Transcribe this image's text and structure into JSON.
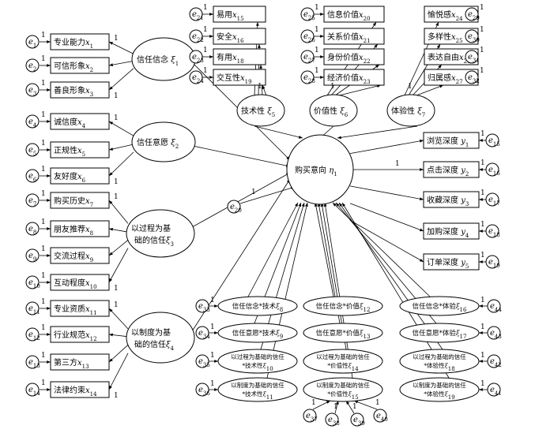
{
  "observed_left": [
    {
      "e": "1",
      "label": "专业能力",
      "v": "x",
      "s": "1"
    },
    {
      "e": "2",
      "label": "可信形象",
      "v": "x",
      "s": "2"
    },
    {
      "e": "3",
      "label": "善良形象",
      "v": "x",
      "s": "3"
    },
    {
      "e": "4",
      "label": "诚信度",
      "v": "x",
      "s": "4"
    },
    {
      "e": "5",
      "label": "正规性",
      "v": "x",
      "s": "5"
    },
    {
      "e": "6",
      "label": "友好度",
      "v": "x",
      "s": "6"
    },
    {
      "e": "7",
      "label": "购买历史",
      "v": "x",
      "s": "7"
    },
    {
      "e": "8",
      "label": "朋友推荐",
      "v": "x",
      "s": "8"
    },
    {
      "e": "9",
      "label": "交流过程",
      "v": "x",
      "s": "9"
    },
    {
      "e": "10",
      "label": "互动程度",
      "v": "x",
      "s": "10"
    },
    {
      "e": "11",
      "label": "专业资质",
      "v": "x",
      "s": "11"
    },
    {
      "e": "12",
      "label": "行业规范",
      "v": "x",
      "s": "12"
    },
    {
      "e": "13",
      "label": "第三方",
      "v": "x",
      "s": "13"
    },
    {
      "e": "14",
      "label": "法律约束",
      "v": "x",
      "s": "14"
    }
  ],
  "observed_top": [
    {
      "e": "21",
      "label": "易用",
      "v": "x",
      "s": "15"
    },
    {
      "e": "22",
      "label": "安全",
      "v": "x",
      "s": "16"
    },
    {
      "e": "23",
      "label": "有用",
      "v": "x",
      "s": "18"
    },
    {
      "e": "24",
      "label": "交互性",
      "v": "x",
      "s": "19"
    },
    {
      "e": "25",
      "label": "信息价值",
      "v": "x",
      "s": "20"
    },
    {
      "e": "26",
      "label": "关系价值",
      "v": "x",
      "s": "21"
    },
    {
      "e": "27",
      "label": "身份价值",
      "v": "x",
      "s": "22"
    },
    {
      "e": "28",
      "label": "经济价值",
      "v": "x",
      "s": "23"
    },
    {
      "e": "29",
      "label": "愉悦感",
      "v": "x",
      "s": "24"
    },
    {
      "e": "30",
      "label": "多样性",
      "v": "x",
      "s": "25"
    },
    {
      "e": "31",
      "label": "表达自由",
      "v": "x",
      "s": "26"
    },
    {
      "e": "32",
      "label": "归属感",
      "v": "x",
      "s": "27"
    }
  ],
  "observed_right": [
    {
      "e": "15",
      "label": "浏览深度",
      "v": "y",
      "s": "1"
    },
    {
      "e": "16",
      "label": "点击深度",
      "v": "y",
      "s": "2"
    },
    {
      "e": "17",
      "label": "收藏深度",
      "v": "y",
      "s": "3"
    },
    {
      "e": "18",
      "label": "加购深度",
      "v": "y",
      "s": "4"
    },
    {
      "e": "19",
      "label": "订单深度",
      "v": "y",
      "s": "5"
    }
  ],
  "latent": [
    {
      "name": "信任信念",
      "sym": "ξ",
      "sub": "1"
    },
    {
      "name": "信任意愿",
      "sym": "ξ",
      "sub": "2"
    },
    {
      "name": "以过程为基",
      "name2": "础的信任",
      "sym": "ξ",
      "sub": "3"
    },
    {
      "name": "以制度为基",
      "name2": "础的信任",
      "sym": "ξ",
      "sub": "4"
    },
    {
      "name": "技术性",
      "sym": "ξ",
      "sub": "5"
    },
    {
      "name": "价值性",
      "sym": "ξ",
      "sub": "6"
    },
    {
      "name": "体验性",
      "sym": "ξ",
      "sub": "7"
    }
  ],
  "outcome": {
    "name": "购买意向",
    "sym": "η",
    "sub": "1",
    "error": "20"
  },
  "interactions": [
    {
      "name": "信任信念*技术",
      "sym": "ξ",
      "sub": "8",
      "e": "33"
    },
    {
      "name": "信任意愿*技术",
      "sym": "ξ",
      "sub": "9",
      "e": "34"
    },
    {
      "name": "以过程为基础的信任",
      "name2": "*技术性",
      "sym": "ξ",
      "sub": "10",
      "e": "35"
    },
    {
      "name": "以制度为基础的信任",
      "name2": "*技术性",
      "sym": "ξ",
      "sub": "11",
      "e": "36"
    },
    {
      "name": "信任信念*价值",
      "sym": "ξ",
      "sub": "12",
      "e": "37"
    },
    {
      "name": "信任意愿*价值",
      "sym": "ξ",
      "sub": "13",
      "e": "38"
    },
    {
      "name": "以过程为基础的信任",
      "name2": "*价值性",
      "sym": "ξ",
      "sub": "14",
      "e": "39"
    },
    {
      "name": "以制度为基础的信任",
      "name2": "*价值性",
      "sym": "ξ",
      "sub": "15",
      "e": "40"
    },
    {
      "name": "信任信念*体验",
      "sym": "ξ",
      "sub": "16",
      "e": "44"
    },
    {
      "name": "信任意愿*体验",
      "sym": "ξ",
      "sub": "17",
      "e": "43"
    },
    {
      "name": "以过程为基础的信任",
      "name2": "*体验性",
      "sym": "ξ",
      "sub": "18",
      "e": "42"
    },
    {
      "name": "以制度为基础的信任",
      "name2": "*体验性",
      "sym": "ξ",
      "sub": "19",
      "e": "41"
    }
  ],
  "error_sym": "e",
  "path_label": "1"
}
